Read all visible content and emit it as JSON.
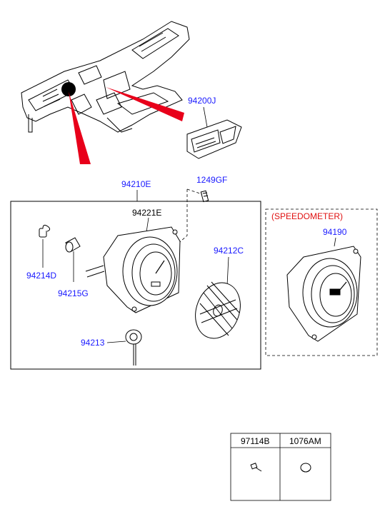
{
  "colors": {
    "part_number": "#1a1aff",
    "section_title": "#e01010",
    "pointer": "#e8001a",
    "line": "#000000"
  },
  "parts": {
    "dash_module": "94200J",
    "screw": "1249GF",
    "cluster_assembly": "94210E",
    "cluster_case": "94221E",
    "bulb_small": "94214D",
    "bulb_large": "94215G",
    "face_plate": "94212C",
    "socket": "94213",
    "speedometer": "94190"
  },
  "speedometer_section": {
    "title": "(SPEEDOMETER)"
  },
  "fastener_table": {
    "headers": [
      "97114B",
      "1076AM"
    ],
    "icons": [
      "bolt-icon",
      "clip-icon"
    ]
  }
}
